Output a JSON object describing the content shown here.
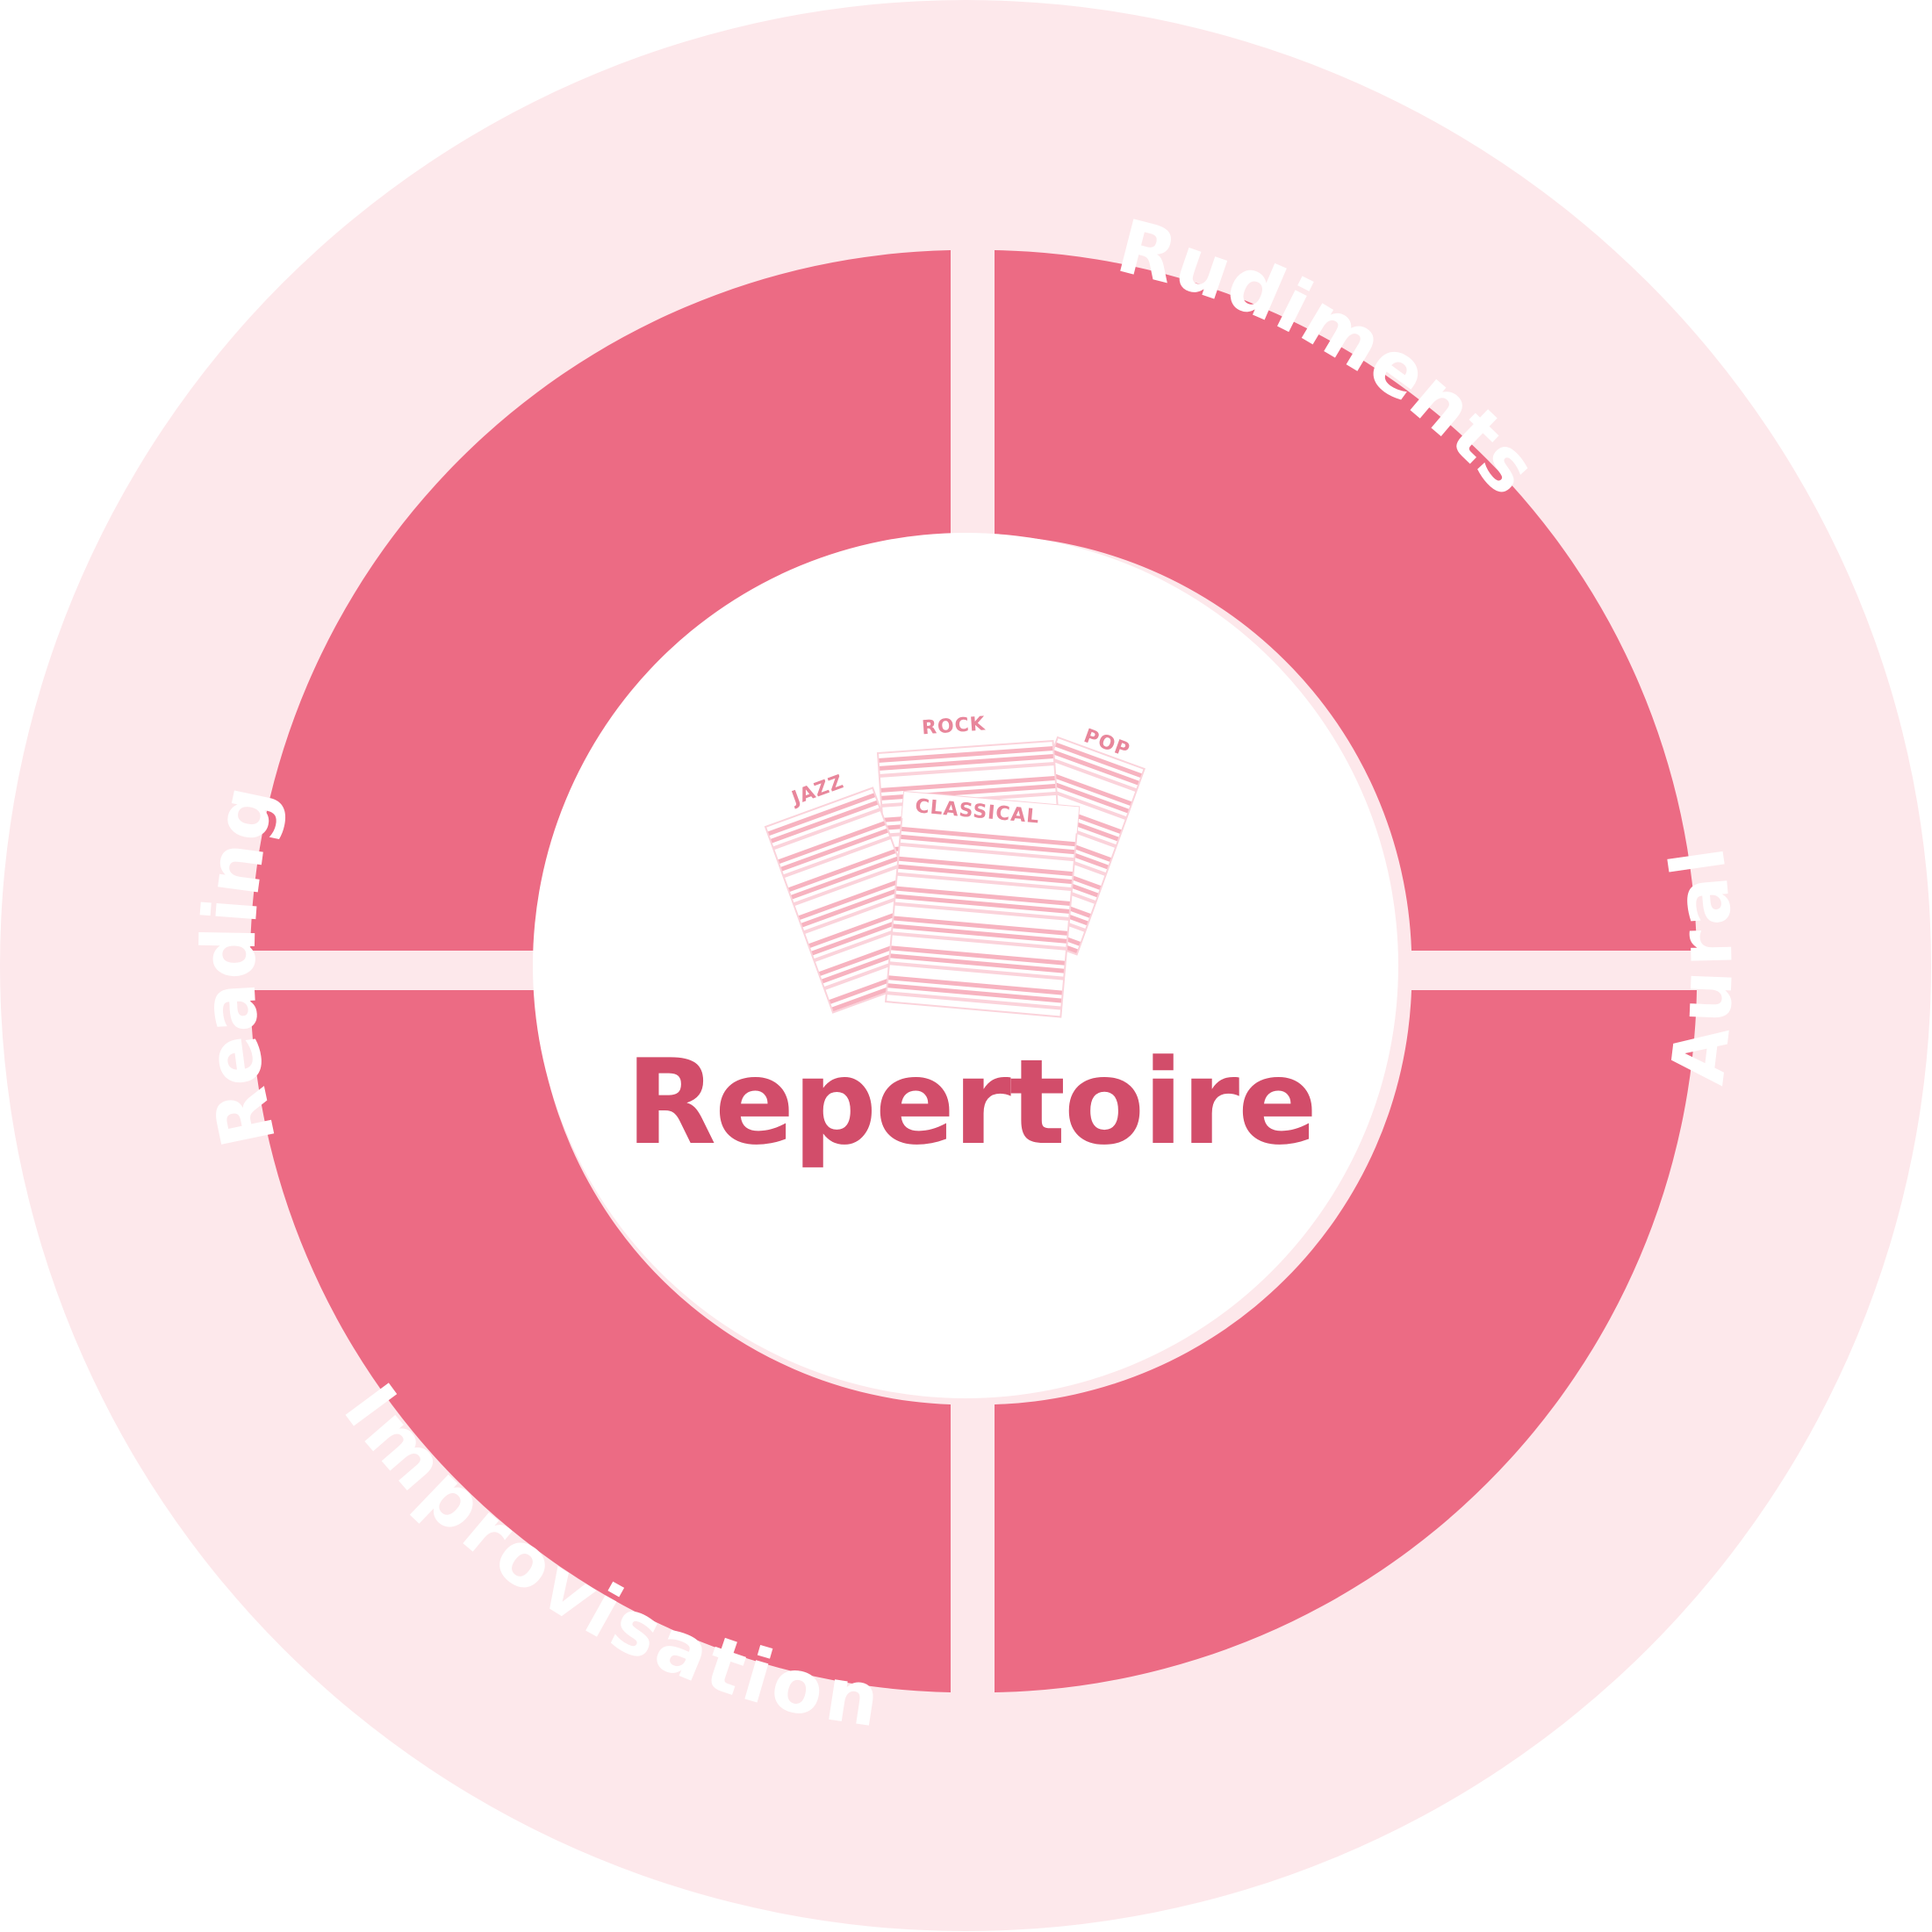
{
  "colors": {
    "outer_ring": "#fde8eb",
    "segment": "#ec6b84",
    "center_fill": "#ffffff",
    "center_text": "#d24d6a",
    "sheet_line": "#f7b3c0",
    "sheet_ink": "#e8869b"
  },
  "center": {
    "title": "Repertoire",
    "icon": "sheet-music-icon",
    "sheets": [
      "JAZZ",
      "ROCK",
      "CLASSICAL",
      "POP"
    ]
  },
  "segments": [
    {
      "id": "reading",
      "label": "Reading"
    },
    {
      "id": "rudiments",
      "label": "Rudiments"
    },
    {
      "id": "improvisation",
      "label": "Improvisation"
    },
    {
      "id": "aural",
      "label": "Aural"
    }
  ]
}
